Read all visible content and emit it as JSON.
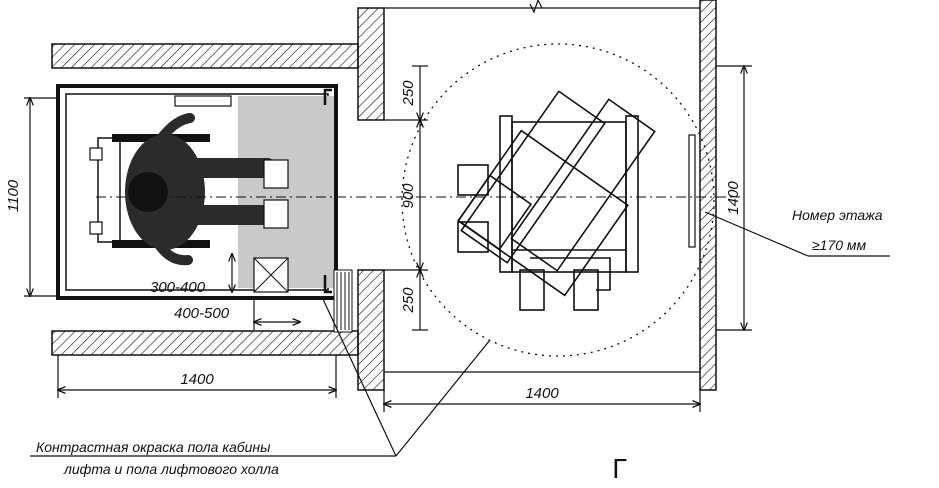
{
  "figure_letter": "Г",
  "dimensions": {
    "cabin_width": "1100",
    "cabin_depth": "1400",
    "hall_depth": "1400",
    "hall_width": "1400",
    "door_width": "900",
    "wall_segment_top": "250",
    "wall_segment_bottom": "250",
    "panel_height": "300-400",
    "panel_offset": "400-500"
  },
  "notes": {
    "floor_number_line1": "Номер этажа",
    "floor_number_line2": "≥170 мм",
    "contrast_line1": "Контрастная окраска пола кабины",
    "contrast_line2": "лифта и пола лифтового холла"
  },
  "colors": {
    "line": "#111111",
    "contrast_floor": "#c9c9c9",
    "person": "#2b2b2b"
  }
}
